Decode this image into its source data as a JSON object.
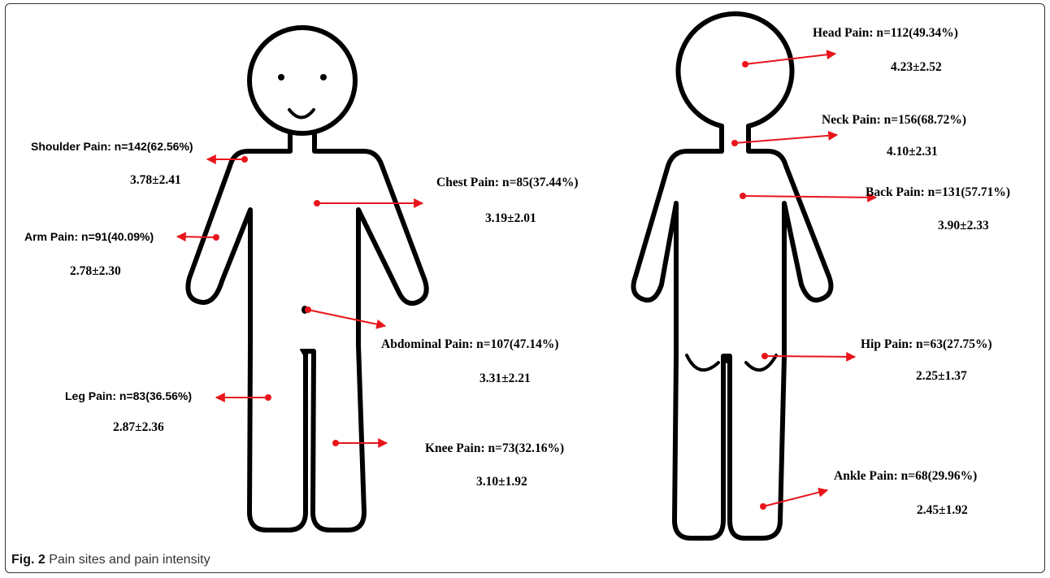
{
  "caption": {
    "label": "Fig. 2",
    "text": "Pain sites and pain intensity"
  },
  "colors": {
    "arrow": "#e8151b",
    "outline": "#000000"
  },
  "front": {
    "shoulder": {
      "label": "Shoulder Pain: n=142(62.56%)",
      "score": "3.78±2.41"
    },
    "chest": {
      "label": "Chest Pain: n=85(37.44%)",
      "score": "3.19±2.01"
    },
    "arm": {
      "label": "Arm Pain: n=91(40.09%)",
      "score": "2.78±2.30"
    },
    "abdominal": {
      "label": "Abdominal Pain: n=107(47.14%)",
      "score": "3.31±2.21"
    },
    "leg": {
      "label": "Leg Pain: n=83(36.56%)",
      "score": "2.87±2.36"
    },
    "knee": {
      "label": "Knee Pain: n=73(32.16%)",
      "score": "3.10±1.92"
    }
  },
  "back": {
    "head": {
      "label": "Head Pain: n=112(49.34%)",
      "score": "4.23±2.52"
    },
    "neck": {
      "label": "Neck Pain: n=156(68.72%)",
      "score": "4.10±2.31"
    },
    "back": {
      "label": "Back Pain: n=131(57.71%)",
      "score": "3.90±2.33"
    },
    "hip": {
      "label": "Hip Pain: n=63(27.75%)",
      "score": "2.25±1.37"
    },
    "ankle": {
      "label": "Ankle Pain: n=68(29.96%)",
      "score": "2.45±1.92"
    }
  }
}
